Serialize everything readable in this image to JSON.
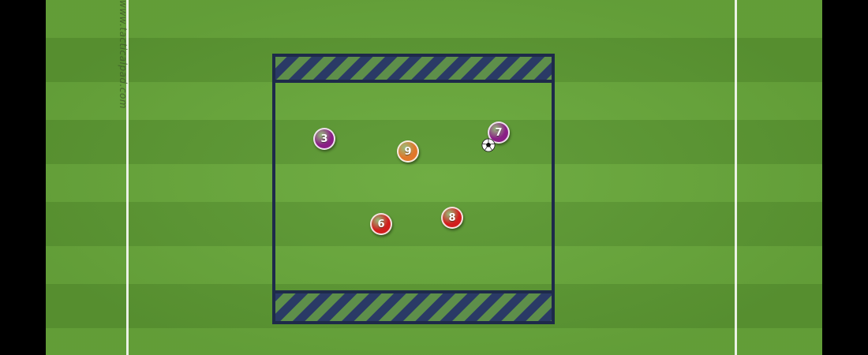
{
  "watermark": "www.tacticalpad.com",
  "colors": {
    "zone_outline": "#1e2a4a",
    "zone_hatch": "#2a3a66",
    "team_purple": "#8a1f86",
    "team_orange": "#e0772a",
    "team_red": "#d11e1e",
    "line_white": "#f2f6ee"
  },
  "players": [
    {
      "number": "3",
      "team": "purple"
    },
    {
      "number": "9",
      "team": "orange"
    },
    {
      "number": "7",
      "team": "purple"
    },
    {
      "number": "6",
      "team": "red"
    },
    {
      "number": "8",
      "team": "red"
    }
  ],
  "ball": {
    "icon": "soccer-ball-icon"
  }
}
